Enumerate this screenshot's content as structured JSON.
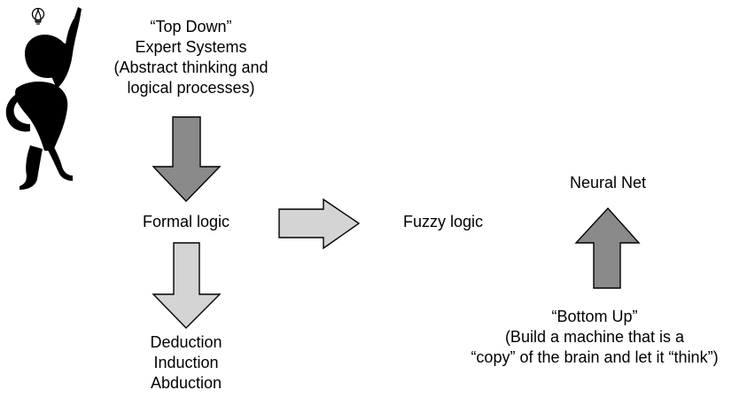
{
  "diagram": {
    "top_down": {
      "line1": "“Top Down”",
      "line2": "Expert Systems",
      "line3": "(Abstract thinking and",
      "line4": "logical processes)"
    },
    "formal_logic": "Formal logic",
    "methods": {
      "line1": "Deduction",
      "line2": "Induction",
      "line3": "Abduction"
    },
    "fuzzy_logic": "Fuzzy logic",
    "neural_net": "Neural Net",
    "bottom_up": {
      "line1": "“Bottom Up”",
      "line2": "(Build a machine that is a",
      "line3": "“copy” of the brain and let it “think”)"
    },
    "colors": {
      "dark_arrow": "#8a8a8a",
      "light_arrow": "#d4d4d4",
      "outline": "#000000",
      "figure": "#000000"
    },
    "icons": {
      "figure": "thinking-person-icon",
      "idea": "lightbulb-icon"
    }
  }
}
